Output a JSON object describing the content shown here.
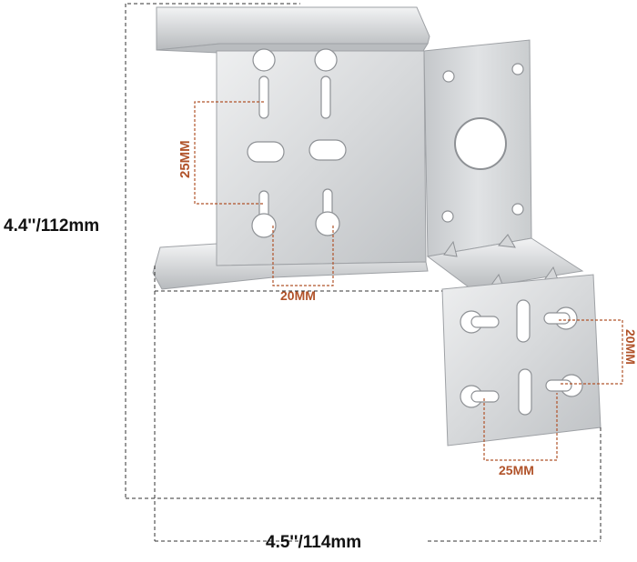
{
  "dimensions": {
    "height": "4.4''/112mm",
    "width": "4.5''/114mm"
  },
  "upper_bracket": {
    "vertical_spacing": "25MM",
    "horizontal_spacing": "20MM"
  },
  "lower_plate": {
    "vertical_spacing": "20MM",
    "horizontal_spacing": "25MM"
  },
  "colors": {
    "steel_light": "#e4e5e7",
    "steel_mid": "#c9cbce",
    "steel_dark": "#a7aaae",
    "accent_dimension": "#b1532a",
    "dimension_lines": "#333333"
  }
}
